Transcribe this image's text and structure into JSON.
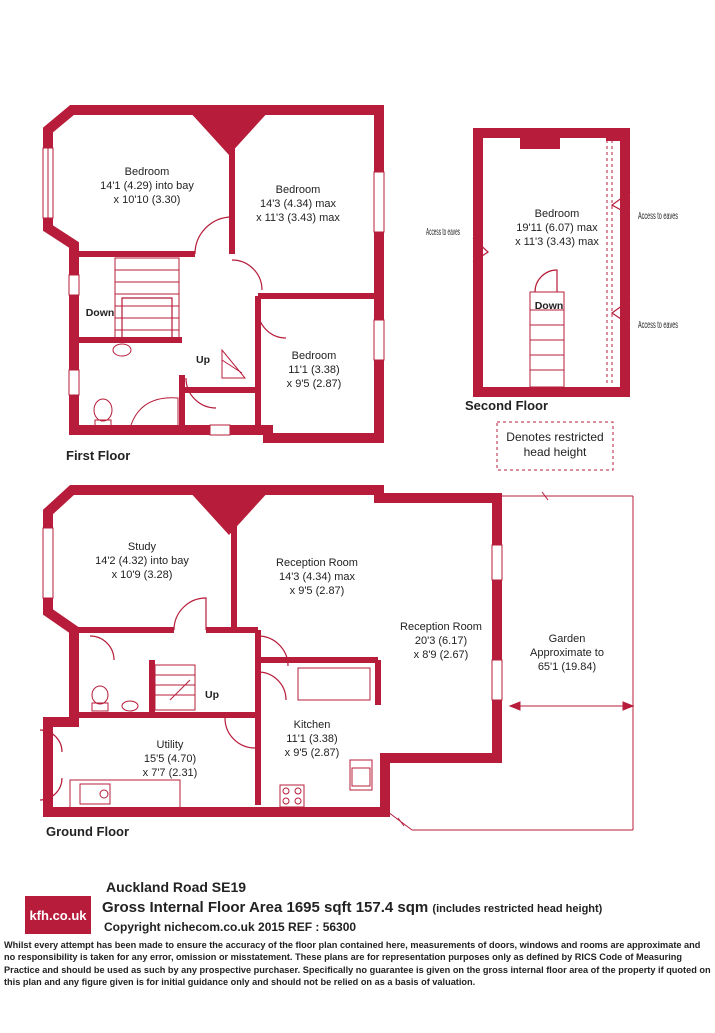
{
  "address": "Auckland Road  SE19",
  "logo_text": "kfh.co.uk",
  "area": {
    "main": "Gross Internal Floor Area 1695 sqft 157.4 sqm",
    "note": "(includes restricted head height)"
  },
  "copyright": "Copyright nichecom.co.uk 2015 REF : 56300",
  "disclaimer": "Whilst every attempt has been made to ensure the accuracy of the floor plan contained here, measurements of doors, windows and rooms are approximate and no responsibility is taken for any error, omission or misstatement.  These plans are for representation purposes only as defined by RICS Code of Measuring Practice and should be used as such by any prospective purchaser.  Specifically no guarantee is given on the gross internal floor area of the property if quoted on this plan and any figure given is for initial guidance only and should not be relied on as a basis of valuation.",
  "colors": {
    "wall": "#b71c3a",
    "logo_bg": "#b71c3a"
  },
  "floors": [
    {
      "label": "First Floor",
      "rooms": [
        {
          "name": "Bedroom",
          "lines": [
            "14'1 (4.29) into bay",
            "x 10'10 (3.30)"
          ]
        },
        {
          "name": "Bedroom",
          "lines": [
            "14'3 (4.34) max",
            "x 11'3 (3.43) max"
          ]
        },
        {
          "name": "Bedroom",
          "lines": [
            "11'1 (3.38)",
            "x 9'5 (2.87)"
          ]
        }
      ],
      "markers": [
        "Down",
        "Up"
      ]
    },
    {
      "label": "Second Floor",
      "rooms": [
        {
          "name": "Bedroom",
          "lines": [
            "19'11 (6.07) max",
            "x 11'3 (3.43) max"
          ]
        }
      ],
      "markers": [
        "Down"
      ],
      "eaves": [
        "Access to eaves",
        "Access to eaves",
        "Access to eaves"
      ]
    },
    {
      "label": "Ground Floor",
      "rooms": [
        {
          "name": "Study",
          "lines": [
            "14'2 (4.32) into bay",
            "x 10'9 (3.28)"
          ]
        },
        {
          "name": "Reception Room",
          "lines": [
            "14'3 (4.34) max",
            "x 9'5 (2.87)"
          ]
        },
        {
          "name": "Reception Room",
          "lines": [
            "20'3 (6.17)",
            "x 8'9 (2.67)"
          ]
        },
        {
          "name": "Garden",
          "lines": [
            "Approximate to",
            "65'1 (19.84)"
          ]
        },
        {
          "name": "Kitchen",
          "lines": [
            "11'1 (3.38)",
            "x 9'5 (2.87)"
          ]
        },
        {
          "name": "Utility",
          "lines": [
            "15'5 (4.70)",
            "x 7'7 (2.31)"
          ]
        }
      ],
      "markers": [
        "Up"
      ]
    }
  ],
  "legend": {
    "line1": "Denotes restricted",
    "line2": "head height"
  }
}
